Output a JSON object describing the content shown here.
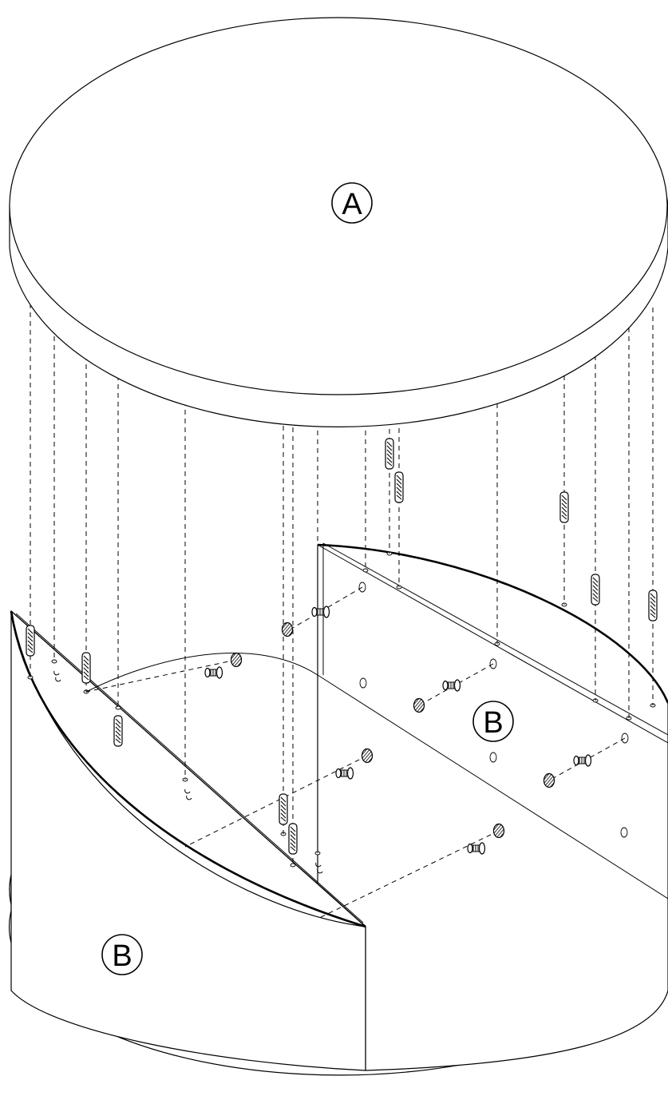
{
  "diagram": {
    "parts": [
      {
        "id": "part-a",
        "label": "A"
      },
      {
        "id": "part-b",
        "label": "B"
      }
    ],
    "hardware": [
      "wooden-dowel-icon",
      "cam-lock-screw-icon",
      "cam-lock-nut-icon"
    ],
    "colors": {
      "line": "#000000",
      "background": "#ffffff"
    }
  }
}
